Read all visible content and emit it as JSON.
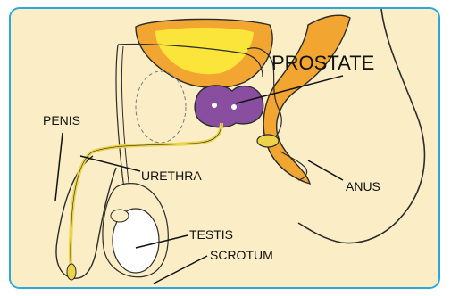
{
  "labels": {
    "prostate": "PROSTATE",
    "penis": "PENIS",
    "urethra": "URETHRA",
    "anus": "ANUS",
    "testis": "TESTIS",
    "scrotum": "SCROTUM"
  },
  "colors": {
    "frame_border": "#2aa7df",
    "body_fill": "#fbeec6",
    "bladder_orange": "#f3a532",
    "bladder_yellow": "#fbe53a",
    "prostate_purple": "#8a4ea0",
    "urethra_yellow": "#ecd34a",
    "outline": "#2b2b2b"
  }
}
